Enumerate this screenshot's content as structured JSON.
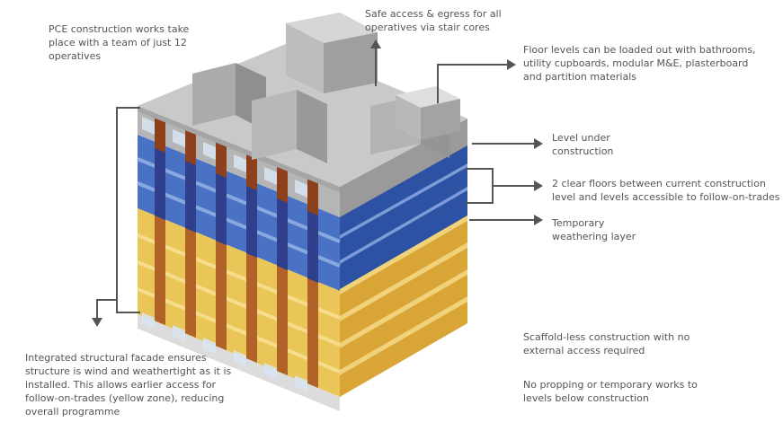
{
  "annotations": {
    "team": "PCE construction works take\nplace with a team of just 12\noperatives",
    "access": "Safe access & egress for all\noperatives via stair cores",
    "floor_levels": "Floor levels can be loaded out with bathrooms,\nutility cupboards, modular M&E, plasterboard\nand partition materials",
    "level_under": "Level under\nconstruction",
    "clear_floors": "2 clear floors between current construction\nlevel and levels accessible to follow-on-trades",
    "weathering": "Temporary\nweathering layer",
    "facade": "Integrated structural facade ensures\nstructure is wind and weathertight as it is\ninstalled. This allows earlier access for\nfollow-on-trades (yellow zone), reducing\noverall programme",
    "scaffold": "Scaffold-less construction with no\nexternal access required",
    "propping": "No propping or temporary works to\nlevels below construction"
  },
  "colors": {
    "leader": "#555555",
    "concrete": "#c4c4c4",
    "blue_zone": "#3c63b4",
    "yellow_zone": "#e8c14e",
    "brick": "#8e3f1c"
  }
}
